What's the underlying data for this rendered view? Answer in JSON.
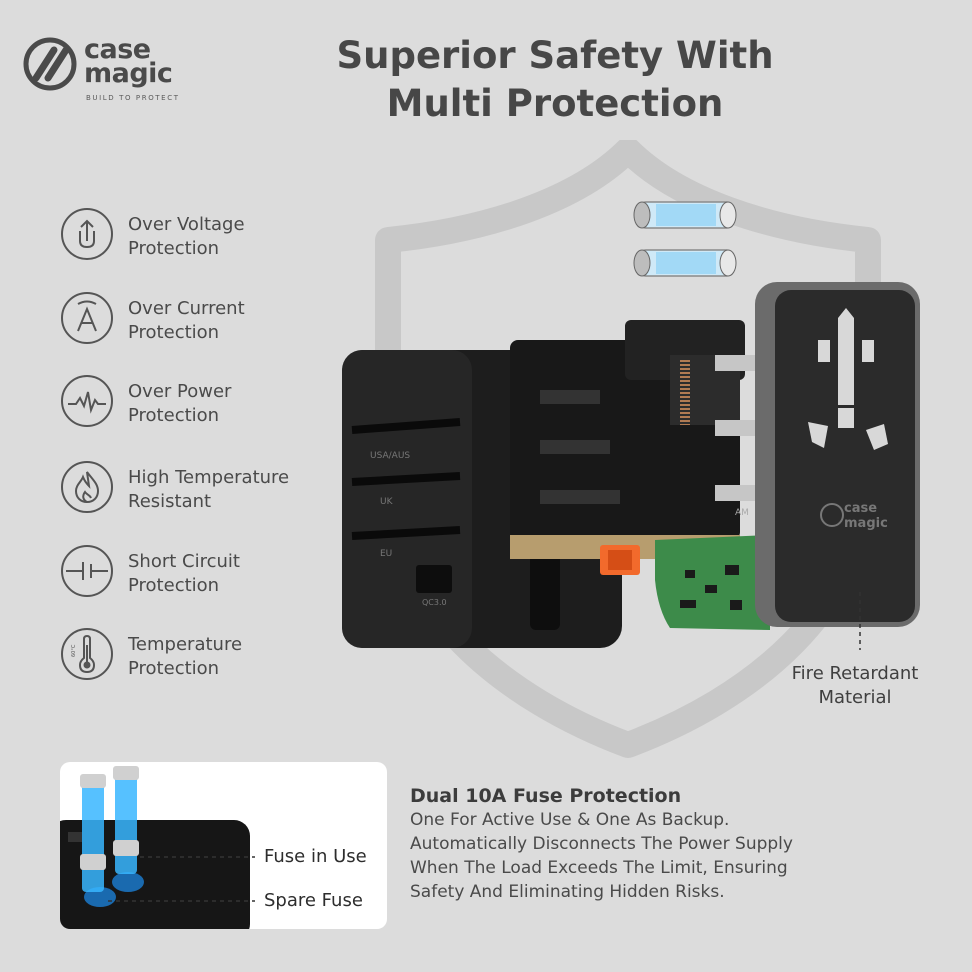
{
  "brand": {
    "name_line1": "case",
    "name_line2": "magic",
    "tagline": "BUILD TO PROTECT"
  },
  "header": {
    "title_line1": "Superior Safety With",
    "title_line2": "Multi Protection"
  },
  "features": [
    {
      "label": "Over Voltage\nProtection",
      "icon": "up-arrow-u-icon"
    },
    {
      "label": "Over Current\nProtection",
      "icon": "letter-a-icon"
    },
    {
      "label": "Over Power\nProtection",
      "icon": "power-spike-icon"
    },
    {
      "label": "High Temperature\nResistant",
      "icon": "flame-icon"
    },
    {
      "label": "Short Circuit\nProtection",
      "icon": "circuit-break-icon"
    },
    {
      "label": "Temperature\nProtection",
      "icon": "thermometer-icon"
    }
  ],
  "device": {
    "prong_labels": [
      "USA/AUS",
      "UK",
      "EU"
    ],
    "port_label": "QC3.0",
    "am_label": "AM",
    "faceplate_logo_line1": "case",
    "faceplate_logo_line2": "magic",
    "thermo_tag": "60°C"
  },
  "callouts": {
    "fire_retardant": "Fire Retardant\nMaterial"
  },
  "inset": {
    "fuse_in_use": "Fuse in Use",
    "spare_fuse": "Spare Fuse"
  },
  "description": {
    "heading": "Dual 10A Fuse Protection",
    "body": "One For Active Use & One As Backup.\nAutomatically Disconnects The Power Supply\nWhen The Load Exceeds The Limit, Ensuring\nSafety And Eliminating Hidden Risks."
  },
  "colors": {
    "background": "#dcdcdc",
    "text": "#4a4a4a",
    "device_black": "#1c1c1c",
    "pcb_green": "#3d8b4a",
    "fuse_blue": "#38b6ff",
    "usb_orange": "#f26a2c"
  }
}
